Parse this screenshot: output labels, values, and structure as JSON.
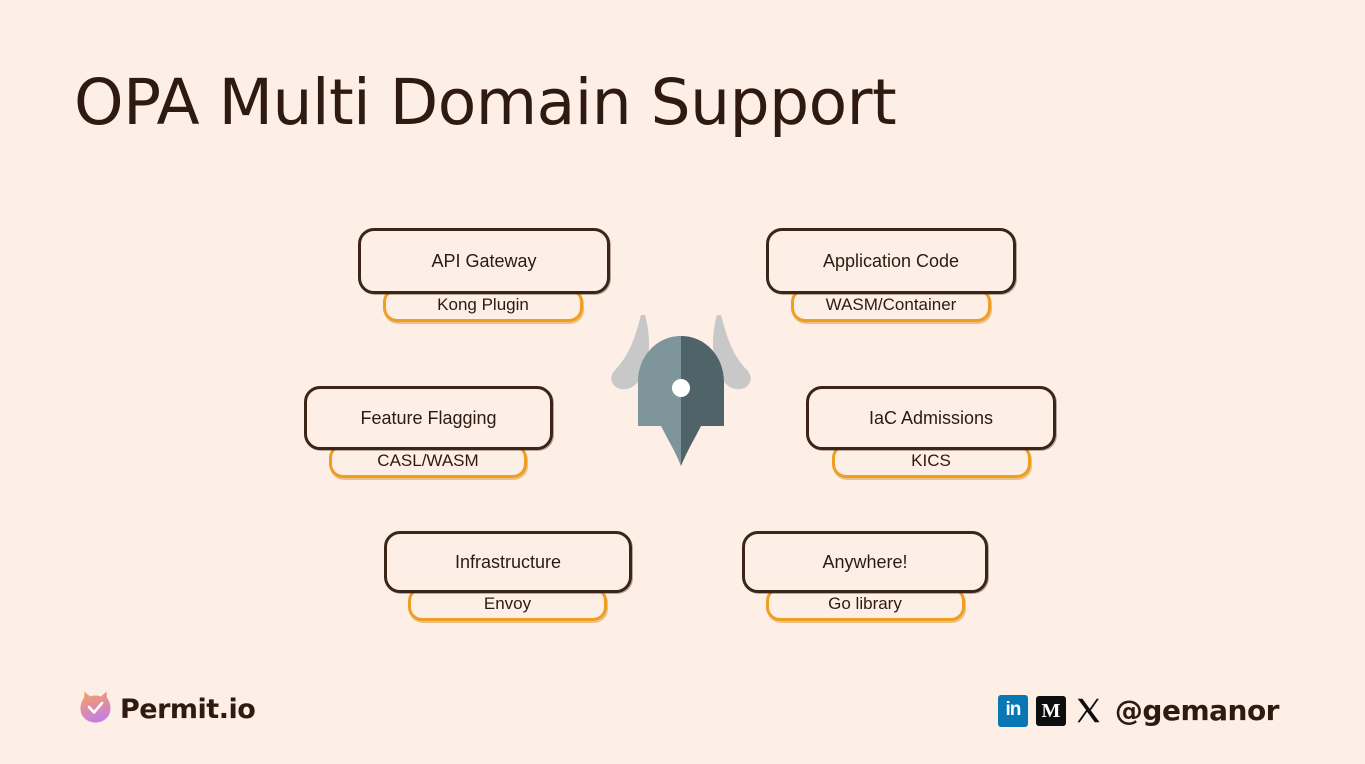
{
  "slide": {
    "title": "OPA Multi Domain Support",
    "background_color": "#FDEEE6",
    "title_color": "#2E1A10"
  },
  "theme": {
    "main_box_border": "#3B2418",
    "sub_box_border": "#EE9F22",
    "text_color": "#2E1A10"
  },
  "center_logo": {
    "name": "opa-viking-helmet-logo",
    "helmet_left_color": "#7D959B",
    "helmet_right_color": "#4F6368",
    "horn_color": "#C8C8C8",
    "dot_color": "#FFFFFF"
  },
  "nodes": [
    {
      "id": "api-gateway",
      "label": "API Gateway",
      "sub_label": "Kong Plugin"
    },
    {
      "id": "application-code",
      "label": "Application Code",
      "sub_label": "WASM/Container"
    },
    {
      "id": "feature-flagging",
      "label": "Feature Flagging",
      "sub_label": "CASL/WASM"
    },
    {
      "id": "iac-admissions",
      "label": "IaC Admissions",
      "sub_label": "KICS"
    },
    {
      "id": "infrastructure",
      "label": "Infrastructure",
      "sub_label": "Envoy"
    },
    {
      "id": "anywhere",
      "label": "Anywhere!",
      "sub_label": "Go library"
    }
  ],
  "footer": {
    "brand": {
      "name": "permit-io-logo",
      "wordmark": "Permit.io",
      "gradient_from": "#F5A55C",
      "gradient_to": "#C77FE0"
    },
    "socials": {
      "linkedin_label": "in",
      "linkedin_color": "#0A77B5",
      "medium_label": "M",
      "medium_color": "#0D0D0D",
      "x_label": "X",
      "x_color": "#0D0D0D",
      "handle": "@gemanor"
    }
  }
}
